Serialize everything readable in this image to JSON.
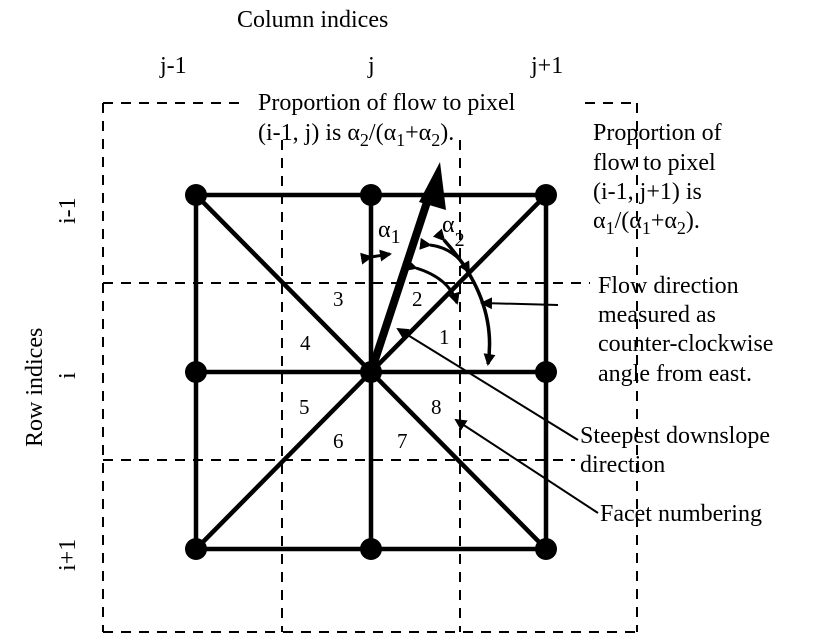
{
  "axes": {
    "column_title": "Column indices",
    "row_title": "Row indices",
    "columns": [
      "j-1",
      "j",
      "j+1"
    ],
    "rows": [
      "i-1",
      "i",
      "i+1"
    ]
  },
  "annotations": {
    "top_line1": "Proportion of flow to pixel",
    "top_line2_a": "(i-1, j) is α",
    "top_line2_sub1": "2",
    "top_line2_b": "/(α",
    "top_line2_sub2": "1",
    "top_line2_c": "+α",
    "top_line2_sub3": "2",
    "top_line2_d": ").",
    "right_line1": "Proportion of",
    "right_line2": "flow to pixel",
    "right_line3": "(i-1, j+1) is",
    "right_line4_a": "α",
    "right_line4_sub1": "1",
    "right_line4_b": "/(α",
    "right_line4_sub2": "1",
    "right_line4_c": "+α",
    "right_line4_sub3": "2",
    "right_line4_d": ").",
    "flow_line1": "Flow direction",
    "flow_line2": "measured as",
    "flow_line3": "counter-clockwise",
    "flow_line4": "angle from east.",
    "steep_line1": "Steepest downslope",
    "steep_line2": "direction",
    "facet_label": "Facet numbering"
  },
  "angles": {
    "alpha1_a": "α",
    "alpha1_sub": "1",
    "alpha2_a": "α",
    "alpha2_sub": "2"
  },
  "facets": [
    "1",
    "2",
    "3",
    "4",
    "5",
    "6",
    "7",
    "8"
  ]
}
